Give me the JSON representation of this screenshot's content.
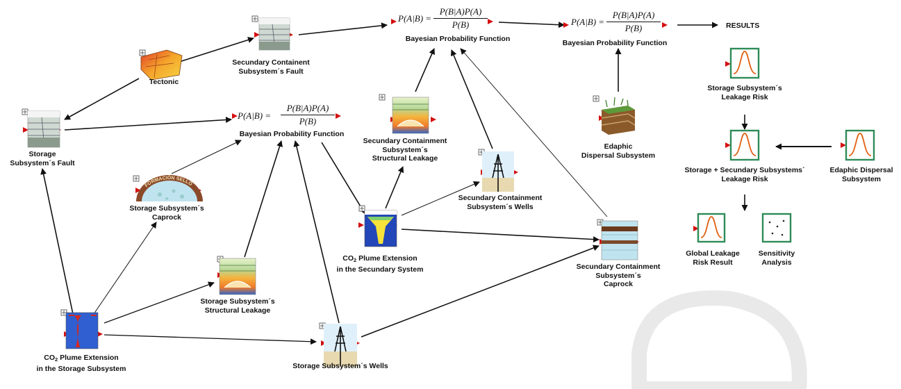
{
  "formulas": [
    {
      "id": "bpf-top",
      "lhs": "P(A|B) =",
      "numerator": "P(B|A)P(A)",
      "denominator": "P(B)",
      "caption": "Bayesian Probability Function"
    },
    {
      "id": "bpf-right",
      "lhs": "P(A|B) =",
      "numerator": "P(B|A)P(A)",
      "denominator": "P(B)",
      "caption": "Bayesian Probability Function"
    },
    {
      "id": "bpf-mid",
      "lhs": "P(A|B) =",
      "numerator": "P(B|A)P(A)",
      "denominator": "P(B)",
      "caption": "Bayesian Probability Function"
    }
  ],
  "results_label": "RESULTS",
  "nodes": {
    "secundary_fault": {
      "line1": "Secundary  Containent",
      "line2": "Subsystem´s Fault"
    },
    "tectonic": {
      "line1": "Tectonic"
    },
    "storage_fault": {
      "line1": "Storage",
      "line2": "Subsystem´s Fault"
    },
    "storage_caprock": {
      "line1": "Storage Subsystem´s",
      "line2": "Caprock"
    },
    "caprock_arch_text": "FORMACIÓN SELLO",
    "sec_structural": {
      "line1": "Secundary Containment",
      "line2": "Subsystem´s",
      "line3": "Structural Leakage"
    },
    "sec_wells": {
      "line1": "Secundary Containment",
      "line2": "Subsystem´s Wells"
    },
    "plume_secundary": {
      "line1a": "CO",
      "line1sub": "2",
      "line1b": " Plume Extension",
      "line2": "in the Secundary System"
    },
    "sec_caprock": {
      "line1": "Secundary Containment",
      "line2": "Subsystem´s",
      "line3": "Caprock"
    },
    "storage_structural": {
      "line1": "Storage Subsystem´s",
      "line2": "Structural Leakage"
    },
    "plume_storage": {
      "line1a": "CO",
      "line1sub": "2",
      "line1b": " Plume Extension",
      "line2": "in the Storage Subsystem"
    },
    "storage_wells": {
      "line1": "Storage Subsystem´s Wells"
    },
    "edaphic": {
      "line1": "Edaphic",
      "line2": "Dispersal  Subsystem"
    },
    "risk_storage": {
      "line1": "Storage Subsystem´s",
      "line2": "Leakage Risk"
    },
    "risk_combined": {
      "line1": "Storage + Secundary Subsystems´",
      "line2": "Leakage Risk"
    },
    "risk_edaphic": {
      "line1": "Edaphic Dispersal",
      "line2": "Subsystem"
    },
    "risk_global": {
      "line1": "Global Leakage",
      "line2": "Risk Result"
    },
    "sensitivity": {
      "line1": "Sensitivity",
      "line2": "Analysis"
    }
  },
  "colors": {
    "arrow": "#111111",
    "port": "#d41010",
    "riskFrame": "#2e8b57",
    "curve": "#e06010"
  }
}
